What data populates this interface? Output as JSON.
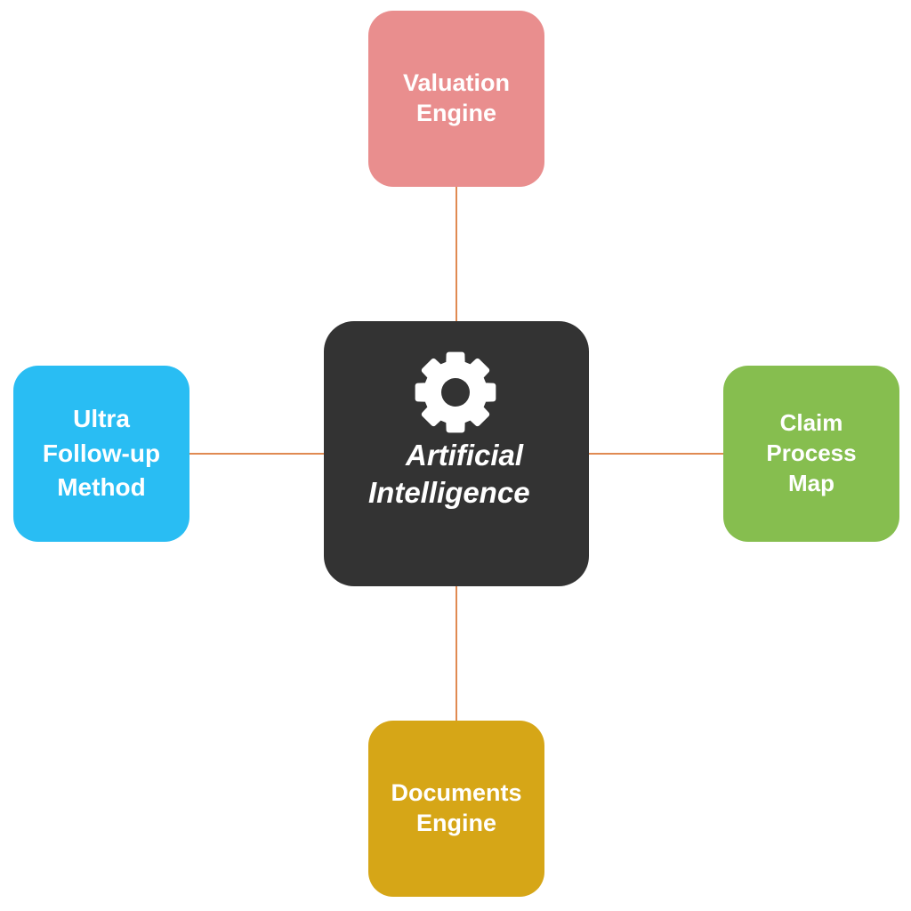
{
  "center": {
    "title_line1": "Artificial",
    "title_line2": "Intelligence",
    "icon": "gear-icon",
    "color": "#333333"
  },
  "nodes": {
    "top": {
      "lines": [
        "Valuation",
        "Engine"
      ],
      "color": "#E98E8E"
    },
    "left": {
      "lines": [
        "Ultra",
        "Follow-up",
        "Method"
      ],
      "color": "#29BDF3"
    },
    "right": {
      "lines": [
        "Claim",
        "Process",
        "Map"
      ],
      "color": "#86BE4F"
    },
    "bottom": {
      "lines": [
        "Documents",
        "Engine"
      ],
      "color": "#D6A617"
    }
  },
  "connector_color": "#E08A52"
}
